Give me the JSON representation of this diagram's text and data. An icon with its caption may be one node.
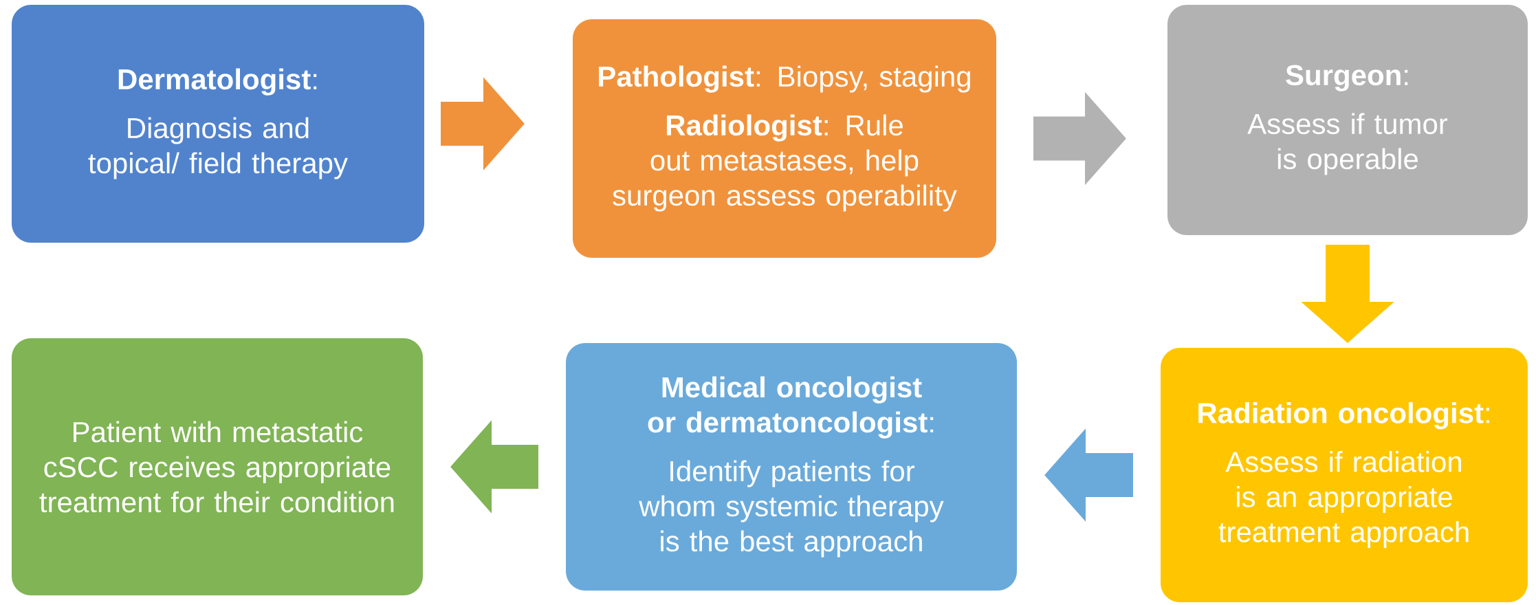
{
  "diagram": {
    "nodes": [
      {
        "text": [
          "**Dermatologist**:",
          "Diagnosis and topical/ field therapy"
        ]
      },
      {
        "text": [
          "**Pathologist**: Biopsy, staging",
          "**Radiologist**: Rule out metastases, help surgeon assess operability"
        ]
      },
      {
        "text": [
          "**Surgeon**:",
          "Assess if tumor is operable"
        ]
      },
      {
        "text": [
          "**Radiation oncologist**:",
          "Assess if radiation is an appropriate treatment approach"
        ]
      },
      {
        "text": [
          "**Medical oncologist or dermatoncologist**:",
          "Identify patients for whom systemic therapy is the best approach"
        ]
      },
      {
        "text": [
          "Patient with metastatic cSCC receives appropriate treatment for their condition"
        ]
      }
    ],
    "edges": [
      {
        "from": 0,
        "to": 1,
        "arrow": "to",
        "color": "#f0923b"
      },
      {
        "from": 1,
        "to": 2,
        "arrow": "to",
        "color": "#b2b2b2"
      },
      {
        "from": 2,
        "to": 3,
        "arrow": "to",
        "color": "#ffc600"
      },
      {
        "from": 3,
        "to": 4,
        "arrow": "to",
        "color": "#6aaadb"
      },
      {
        "from": 4,
        "to": 5,
        "arrow": "to",
        "color": "#80b455"
      }
    ]
  }
}
